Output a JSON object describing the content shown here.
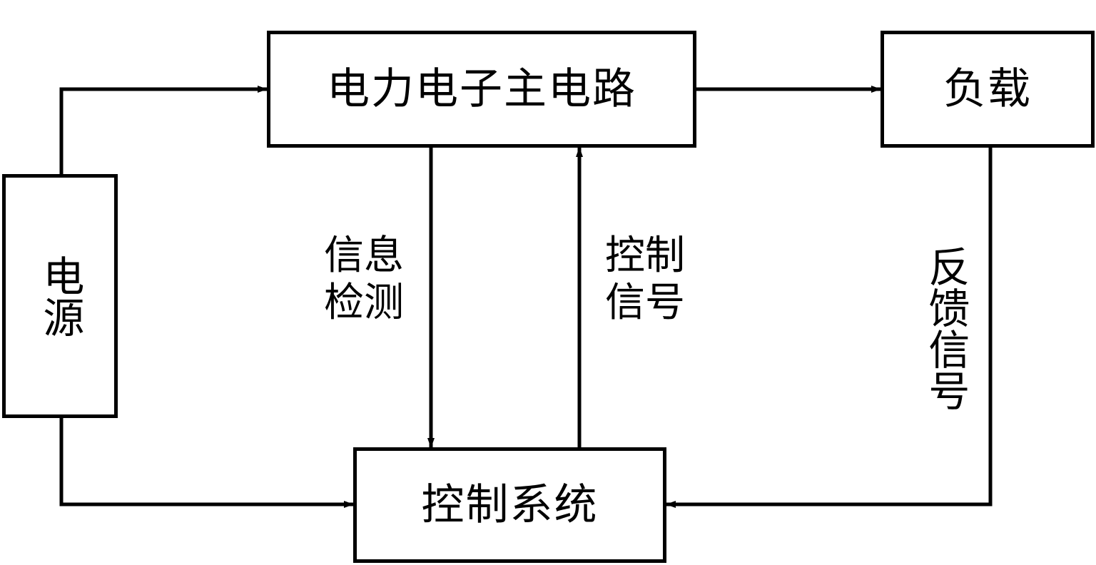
{
  "nodes": {
    "main_circuit": "电力电子主电路",
    "load": "负载",
    "power_source": "电源",
    "control_system": "控制系统"
  },
  "flows": {
    "information_detection": "信息\n检测",
    "control_signal": "控制\n信号",
    "feedback_signal": "反馈信号"
  }
}
